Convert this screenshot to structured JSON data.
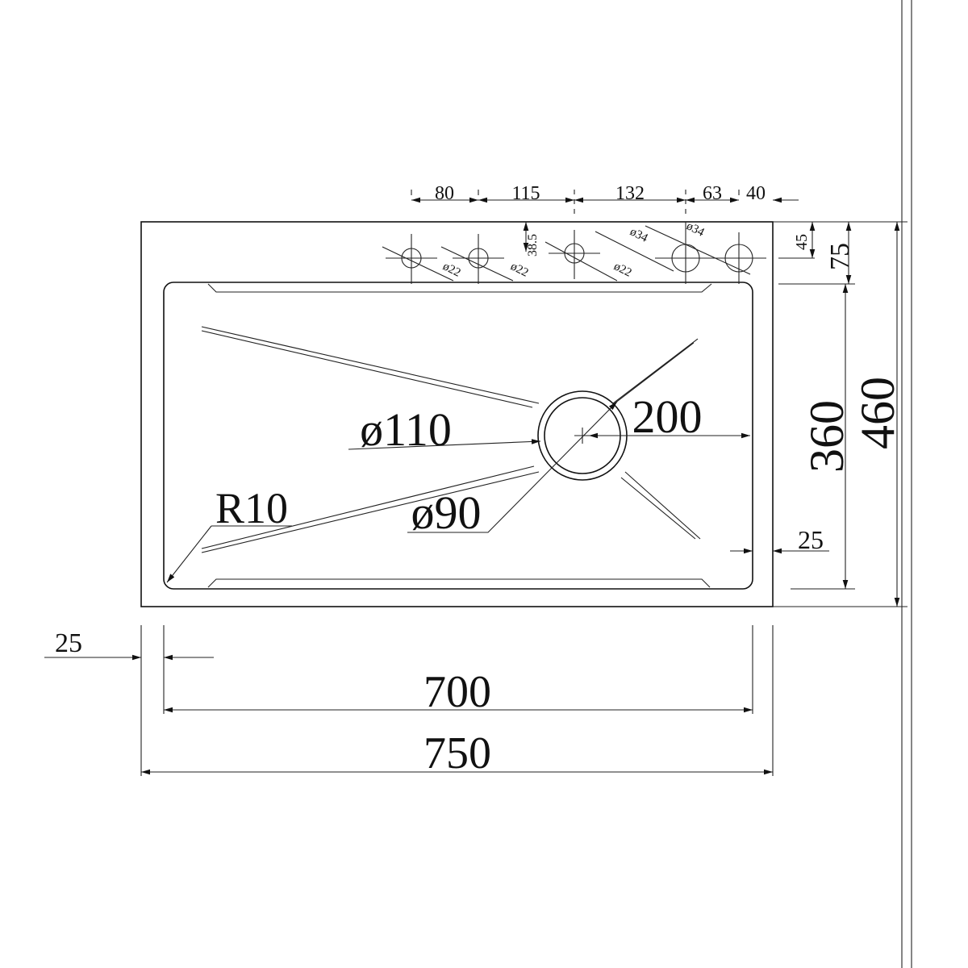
{
  "drawing": {
    "top_dimensions": [
      "80",
      "115",
      "132",
      "63",
      "40"
    ],
    "hole_labels": [
      "ø22",
      "ø22",
      "ø22",
      "ø34",
      "ø34"
    ],
    "hole_offset": "38.5",
    "right_dimensions": {
      "small": "45",
      "deck": "75",
      "bowl_depth": "360",
      "overall_depth": "460",
      "side_margin": "25"
    },
    "bottom_dimensions": {
      "left_margin": "25",
      "bowl_width": "700",
      "overall_width": "750"
    },
    "drain_outer": "ø110",
    "drain_inner": "ø90",
    "drain_offset": "200",
    "corner_radius": "R10"
  }
}
